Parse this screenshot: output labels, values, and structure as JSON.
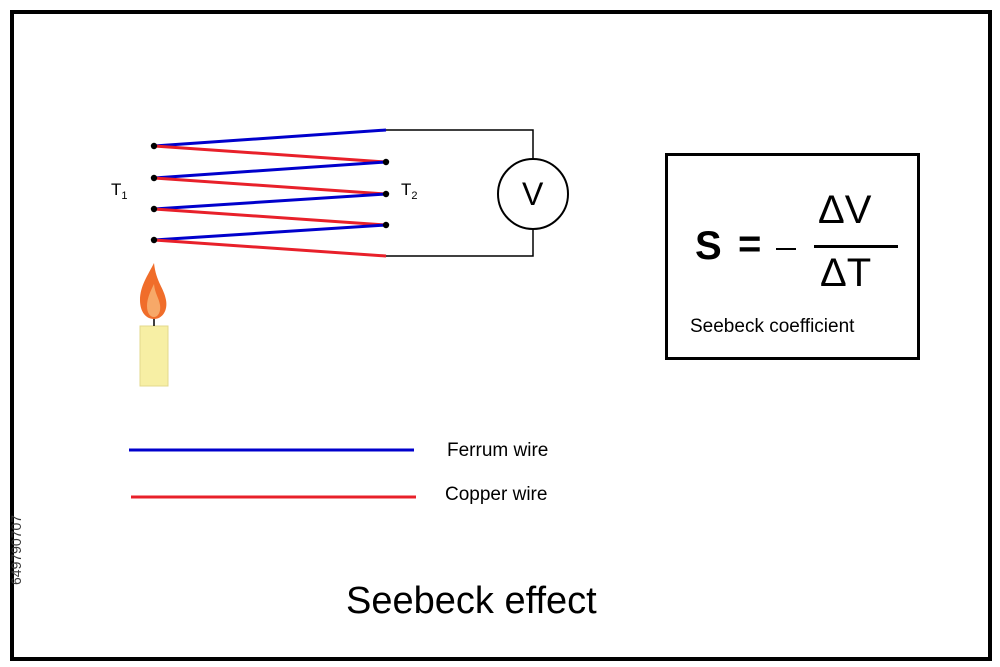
{
  "diagram": {
    "labels": {
      "t1": "T",
      "t1_sub": "1",
      "t2": "T",
      "t2_sub": "2",
      "voltmeter": "V"
    },
    "colors": {
      "ferrum": "#0000cc",
      "copper": "#e8202a",
      "circuit": "#000000",
      "flame_outer": "#f06d2a",
      "flame_inner": "#f7a868",
      "candle_body": "#f7efa4"
    },
    "legend": {
      "ferrum_label": "Ferrum wire",
      "copper_label": "Copper wire"
    },
    "formula": {
      "lhs": "S",
      "equals": "=",
      "numerator": "ΔV",
      "denominator": "ΔT",
      "caption": "Seebeck coefficient"
    },
    "title": "Seebeck effect",
    "side_id": "649790707"
  }
}
